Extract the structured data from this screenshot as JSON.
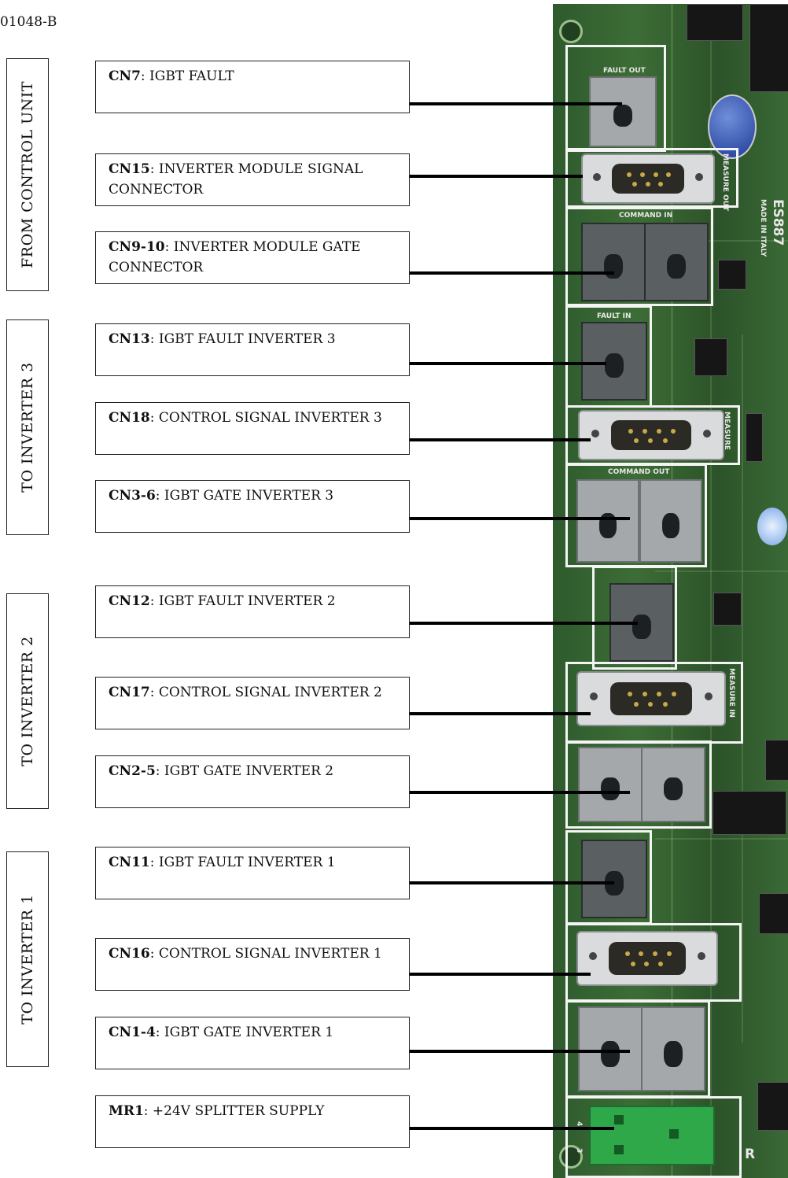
{
  "doc_id": "01048-B",
  "groups": [
    {
      "label": "FROM CONTROL UNIT"
    },
    {
      "label": "TO INVERTER 3"
    },
    {
      "label": "TO INVERTER 2"
    },
    {
      "label": "TO INVERTER 1"
    }
  ],
  "connectors": [
    {
      "code": "CN7",
      "desc": ": IGBT FAULT"
    },
    {
      "code": "CN15",
      "desc": ": INVERTER MODULE SIGNAL CONNECTOR"
    },
    {
      "code": "CN9-10",
      "desc": ": INVERTER MODULE GATE CONNECTOR"
    },
    {
      "code": "CN13",
      "desc": ": IGBT FAULT INVERTER 3"
    },
    {
      "code": "CN18",
      "desc": ": CONTROL SIGNAL INVERTER 3"
    },
    {
      "code": "CN3-6",
      "desc": ": IGBT GATE INVERTER 3"
    },
    {
      "code": "CN12",
      "desc": ": IGBT FAULT INVERTER 2"
    },
    {
      "code": "CN17",
      "desc": ": CONTROL SIGNAL INVERTER 2"
    },
    {
      "code": "CN2-5",
      "desc": ": IGBT GATE INVERTER 2"
    },
    {
      "code": "CN11",
      "desc": ": IGBT FAULT INVERTER 1"
    },
    {
      "code": "CN16",
      "desc": ": CONTROL SIGNAL INVERTER 1"
    },
    {
      "code": "CN1-4",
      "desc": ": IGBT GATE INVERTER 1"
    },
    {
      "code": "MR1",
      "desc": ": +24V SPLITTER SUPPLY"
    }
  ],
  "board": {
    "model": "ES887",
    "made_in": "MADE IN ITALY",
    "silk": {
      "fault_out": "FAULT OUT",
      "command_in": "COMMAND IN",
      "fault_in": "FAULT IN",
      "measure_out": "MEASURE OUT",
      "command_out": "COMMAND OUT",
      "measure": "MEASURE",
      "measure_in": "MEASURE IN",
      "terminal_pins": [
        "3",
        "4"
      ],
      "corner": "R"
    }
  },
  "colors": {
    "pcb": "#2e5a2d",
    "frame": "#f4f4f4",
    "line": "#000000",
    "terminal": "#2fa84a"
  }
}
